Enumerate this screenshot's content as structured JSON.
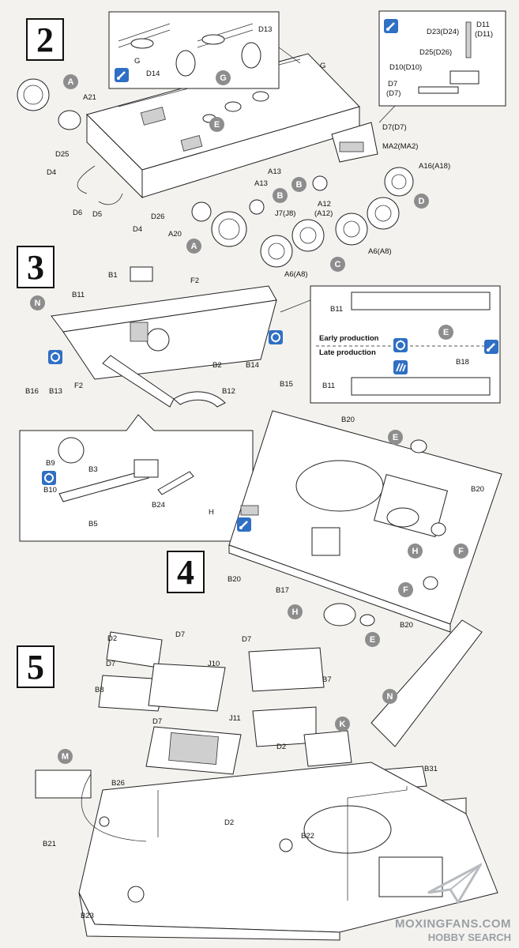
{
  "steps": {
    "s2": "2",
    "s3": "3",
    "s4": "4",
    "s5": "5"
  },
  "labels": {
    "D13": "D13",
    "G": "G",
    "D14": "D14",
    "G2": "G",
    "A21": "A21",
    "D23": "D23(D24)",
    "D11": "D11",
    "D11b": "(D11)",
    "D25D26": "D25(D26)",
    "D10": "D10(D10)",
    "D7a": "D7",
    "D7b": "(D7)",
    "D7D7": "D7(D7)",
    "MA2": "MA2(MA2)",
    "A16": "A16(A18)",
    "D25": "D25",
    "D4a": "D4",
    "D6": "D6",
    "D5": "D5",
    "D26": "D26",
    "D4b": "D4",
    "A13a": "A13",
    "A13b": "A13",
    "A12": "A12",
    "A12b": "(A12)",
    "J7": "J7(J8)",
    "A20": "A20",
    "A6a": "A6(A8)",
    "A6b": "A6(A8)",
    "B1": "B1",
    "F2a": "F2",
    "B11a": "B11",
    "B2": "B2",
    "B14": "B14",
    "B15": "B15",
    "B16": "B16",
    "B13": "B13",
    "F2b": "F2",
    "B12": "B12",
    "B11b": "B11",
    "B11c": "B11",
    "B18": "B18",
    "early": "Early production",
    "late": "Late production",
    "B20a": "B20",
    "B20b": "B20",
    "B20c": "B20",
    "B20d": "B20",
    "H": "H",
    "B9": "B9",
    "B3": "B3",
    "B10": "B10",
    "B24": "B24",
    "B5": "B5",
    "B17": "B17",
    "D2a": "D2",
    "D7c": "D7",
    "D7d": "D7",
    "D7e": "D7",
    "D7f": "D7",
    "J10": "J10",
    "B8": "B8",
    "B7": "B7",
    "J11": "J11",
    "D2b": "D2",
    "D2c": "D2",
    "B31": "B31",
    "B26": "B26",
    "B21": "B21",
    "B22": "B22",
    "B23": "B23"
  },
  "badges": {
    "A1": "A",
    "A2": "A",
    "E1": "E",
    "G1": "G",
    "B1": "B",
    "B2": "B",
    "C": "C",
    "D": "D",
    "N1": "N",
    "E2": "E",
    "E3": "E",
    "E4": "E",
    "F1": "F",
    "F2": "F",
    "H1": "H",
    "H2": "H",
    "K": "K",
    "M": "M",
    "N2": "N"
  },
  "watermark": {
    "line1": "MOXINGFANS.COM",
    "line2": "HOBBY SEARCH"
  },
  "colors": {
    "badge": "#8d8d8d",
    "icon_blue": "#2f6fc4",
    "paper": "#f4f2ee"
  }
}
